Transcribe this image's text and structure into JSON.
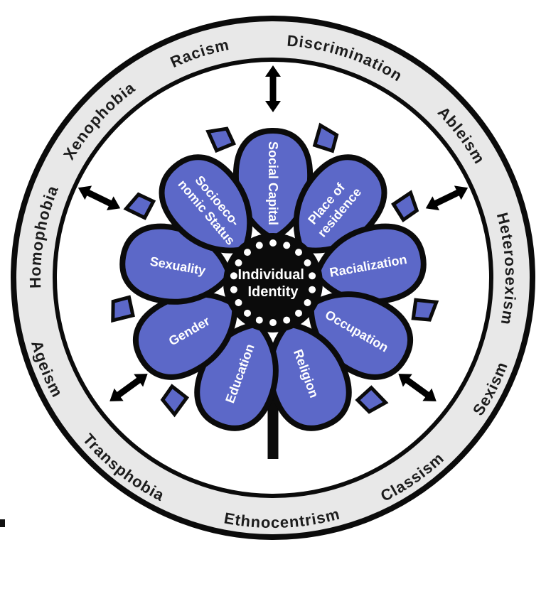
{
  "diagram": {
    "center": {
      "line1": "Individual",
      "line2": "Identity"
    },
    "petals": [
      {
        "lines": [
          "Social Capital"
        ]
      },
      {
        "lines": [
          "Place of",
          "residence"
        ]
      },
      {
        "lines": [
          "Racialization"
        ]
      },
      {
        "lines": [
          "Occupation"
        ]
      },
      {
        "lines": [
          "Religion"
        ]
      },
      {
        "lines": [
          "Education"
        ]
      },
      {
        "lines": [
          "Gender"
        ]
      },
      {
        "lines": [
          "Sexuality"
        ]
      },
      {
        "lines": [
          "Socioeco-",
          "nomic Status"
        ]
      }
    ],
    "ring_labels": [
      "Discrimination",
      "Racism",
      "Xenophobia",
      "Homophobia",
      "Ageism",
      "Transphobia",
      "Ethnocentrism",
      "Classism",
      "Sexism",
      "Heterosexism",
      "Ableism"
    ]
  },
  "colors": {
    "petal": "#5c68c8",
    "ring_fill": "#e8e8e8",
    "center_fill": "#0b0b0b",
    "outline": "#0b0b0b",
    "arrow": "#000000"
  }
}
